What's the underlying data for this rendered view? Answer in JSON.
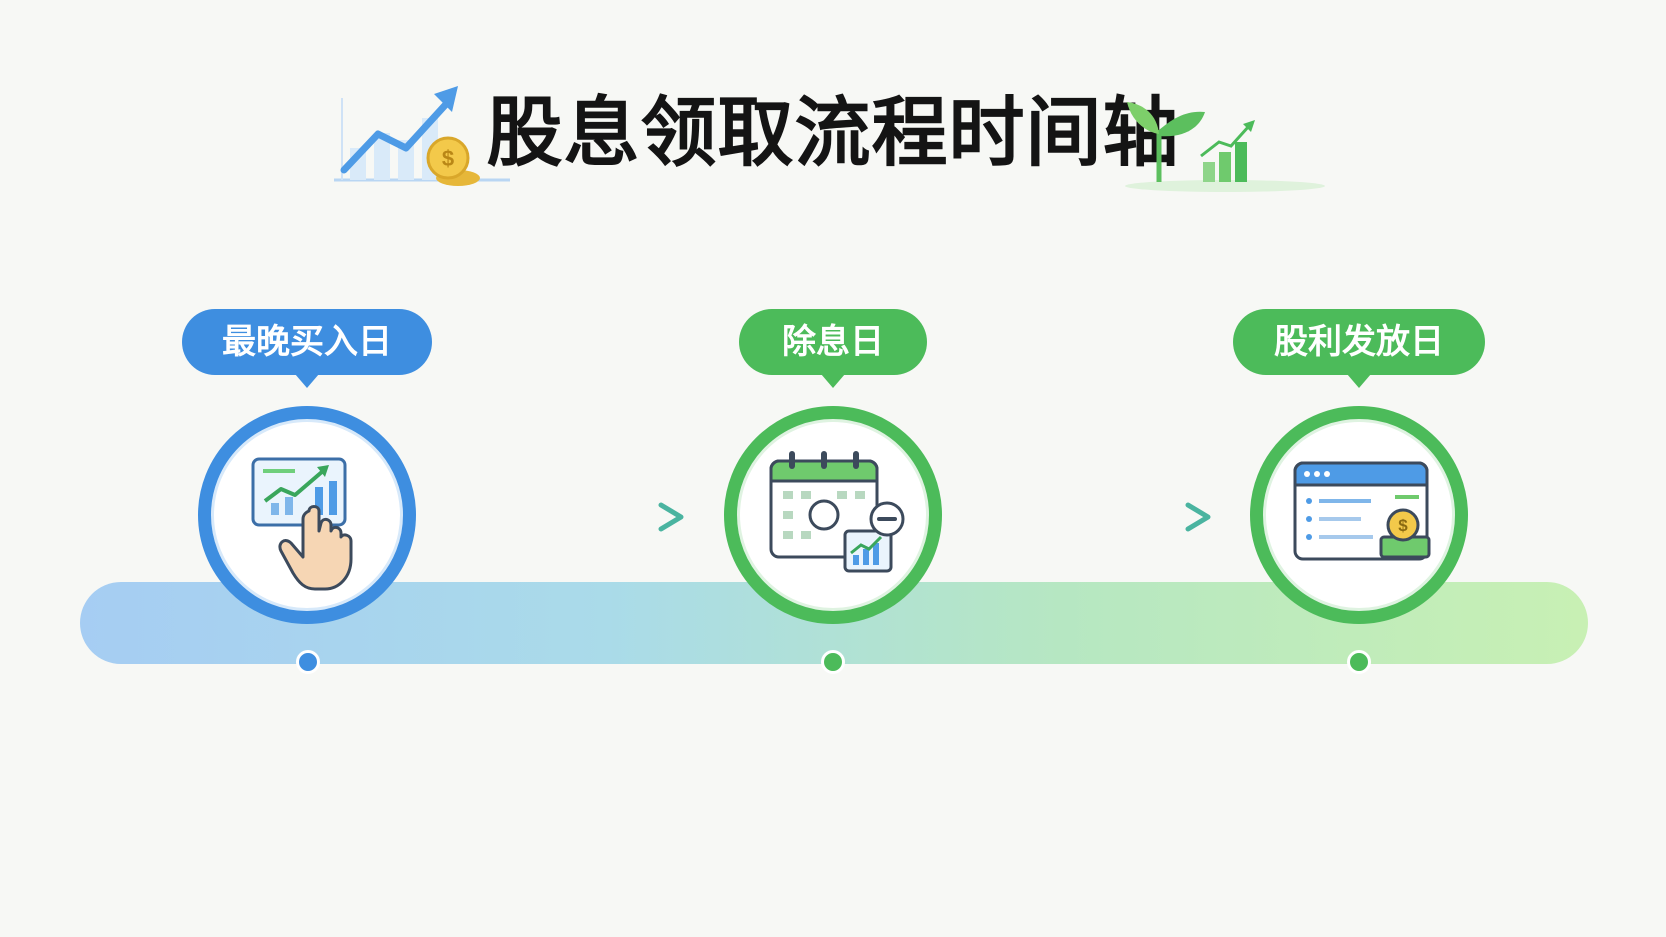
{
  "title": "股息领取流程时间轴",
  "steps": [
    {
      "label": "最晚买入日",
      "icon": "hand-touch-chart-icon",
      "color": "#3e8ee0"
    },
    {
      "label": "除息日",
      "icon": "calendar-minus-icon",
      "color": "#4cbb5a"
    },
    {
      "label": "股利发放日",
      "icon": "payout-window-icon",
      "color": "#4cbb5a"
    }
  ],
  "colors": {
    "blue": "#3e8ee0",
    "green": "#4cbb5a",
    "background": "#f7f8f5"
  }
}
